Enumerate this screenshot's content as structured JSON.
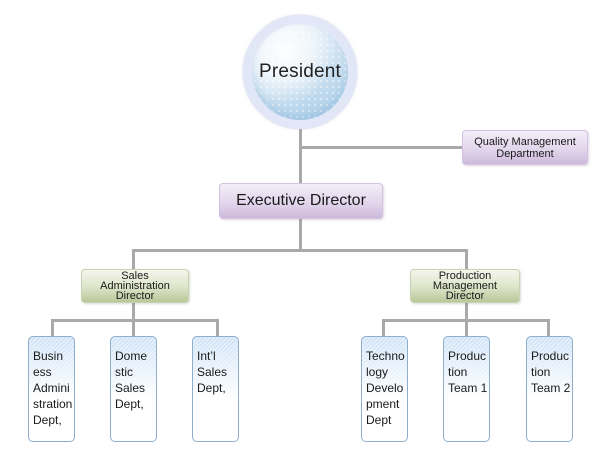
{
  "chart": {
    "title": "Organization Chart",
    "president": {
      "label": "President"
    },
    "staff": {
      "label": "Quality Management\nDepartment",
      "line1": "Quality Management",
      "line2": "Department"
    },
    "executive": {
      "label": "Executive Director"
    },
    "divisions": [
      {
        "label": "Sales Administration Director",
        "lines": [
          "Sales",
          "Administration",
          "Director"
        ],
        "departments": [
          {
            "label": "Business Administration Dept.",
            "display": "Busin\ness\nAdmini\nstration\nDept,"
          },
          {
            "label": "Domestic Sales Dept.",
            "display": "Dome\nstic\nSales\nDept,"
          },
          {
            "label": "Int'l Sales Dept.",
            "display": "Int’l\nSales\nDept,"
          }
        ]
      },
      {
        "label": "Production Management Director",
        "lines": [
          "Production",
          "Management",
          "Director"
        ],
        "departments": [
          {
            "label": "Technology Development Dept",
            "display": "Techno\nlogy\nDevelo\npment\nDept"
          },
          {
            "label": "Production Team 1",
            "display": "Produc\ntion\nTeam 1"
          },
          {
            "label": "Production Team 2",
            "display": "Produc\ntion\nTeam 2"
          }
        ]
      }
    ]
  },
  "colors": {
    "connector": "#a9a9a9",
    "president_ring": "#e2e7f7",
    "president_fill": "#cfe2f2",
    "executive_fill": "#e3d6ec",
    "director_fill": "#dfe6cc",
    "department_border": "#8eaecb",
    "department_fill": "#cfe3f7"
  }
}
